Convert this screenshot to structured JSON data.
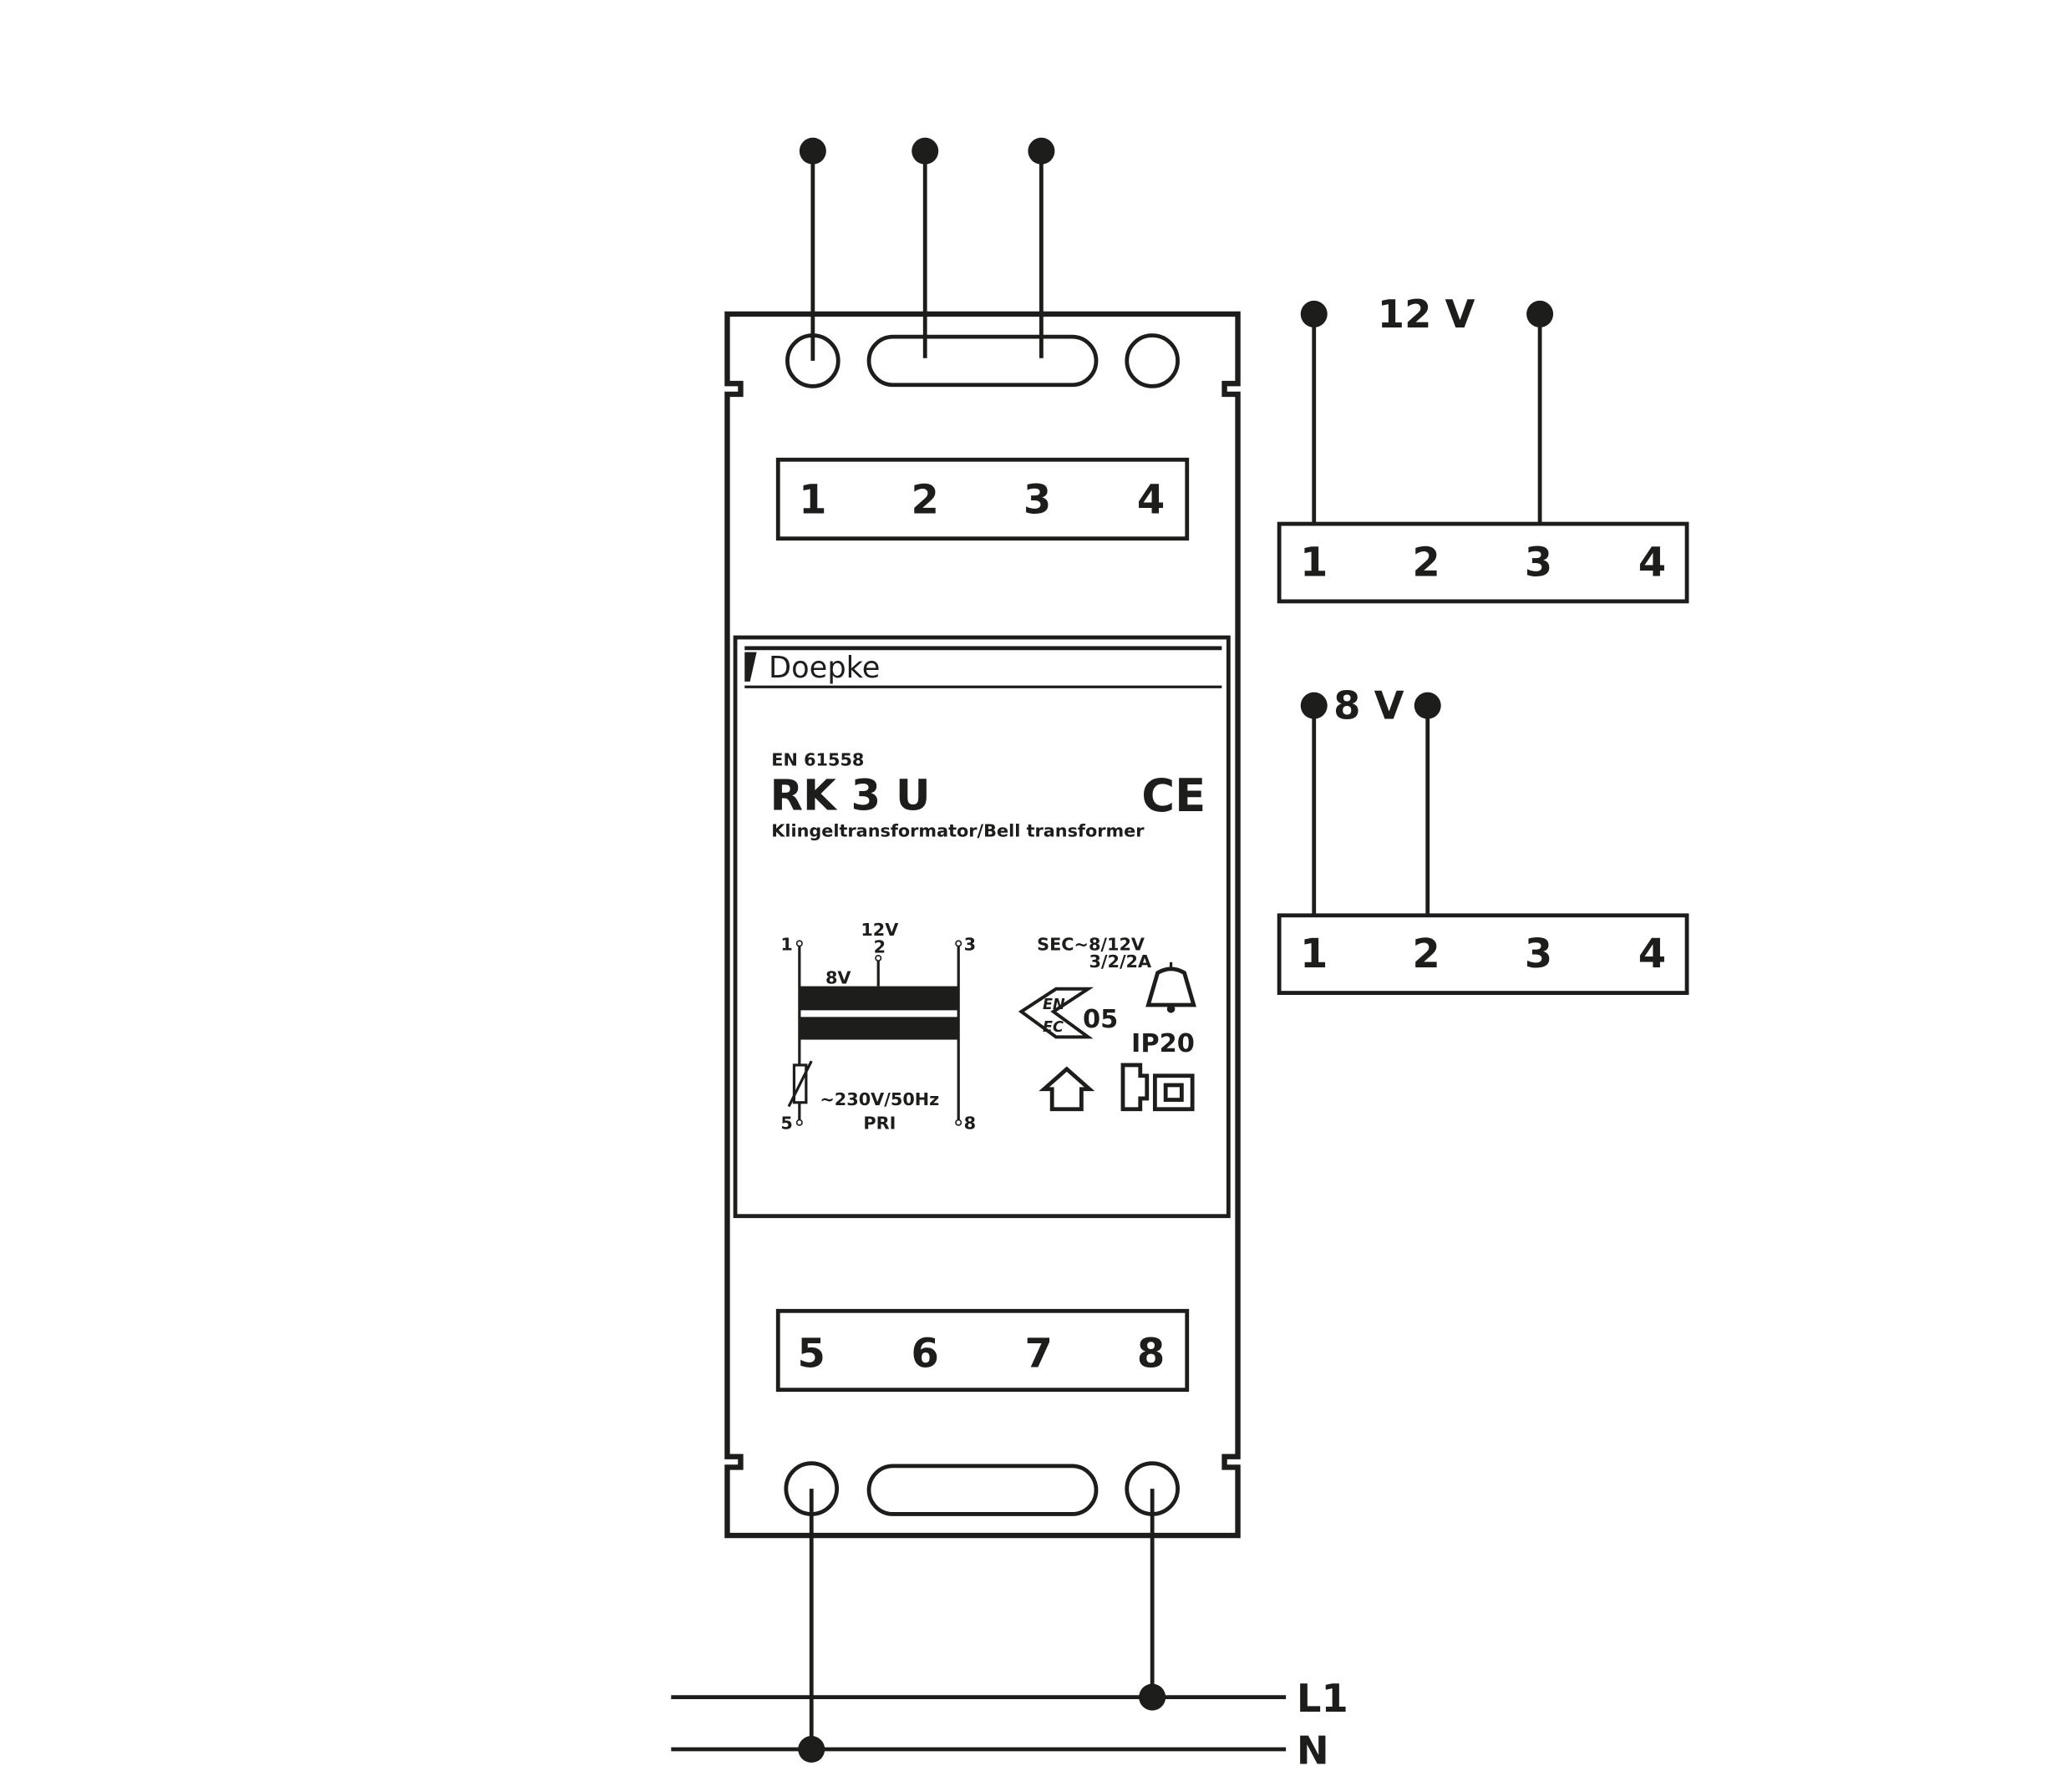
{
  "device": {
    "brand": "Doepke",
    "standard": "EN 61558",
    "model": "RK 3 U",
    "description": "Klingeltransformator/Bell transformer",
    "ce_mark": "CE",
    "top_terminals": [
      "1",
      "2",
      "3",
      "4"
    ],
    "bottom_terminals": [
      "5",
      "6",
      "7",
      "8"
    ],
    "schematic": {
      "tap_voltage_12": "12V",
      "tap_voltage_8": "8V",
      "pin_1": "1",
      "pin_2": "2",
      "pin_3": "3",
      "pin_5": "5",
      "pin_8": "8",
      "primary_voltage": "~230V/50Hz",
      "primary_label": "PRI"
    },
    "secondary_rating": "SEC~8/12V",
    "current_rating": "3/2/2A",
    "enec_label": "05",
    "ip_rating": "IP20"
  },
  "wiring_12v": {
    "label": "12 V",
    "terminals": [
      "1",
      "2",
      "3",
      "4"
    ]
  },
  "wiring_8v": {
    "label": "8 V",
    "terminals": [
      "1",
      "2",
      "3",
      "4"
    ]
  },
  "mains": {
    "l1": "L1",
    "n": "N"
  }
}
